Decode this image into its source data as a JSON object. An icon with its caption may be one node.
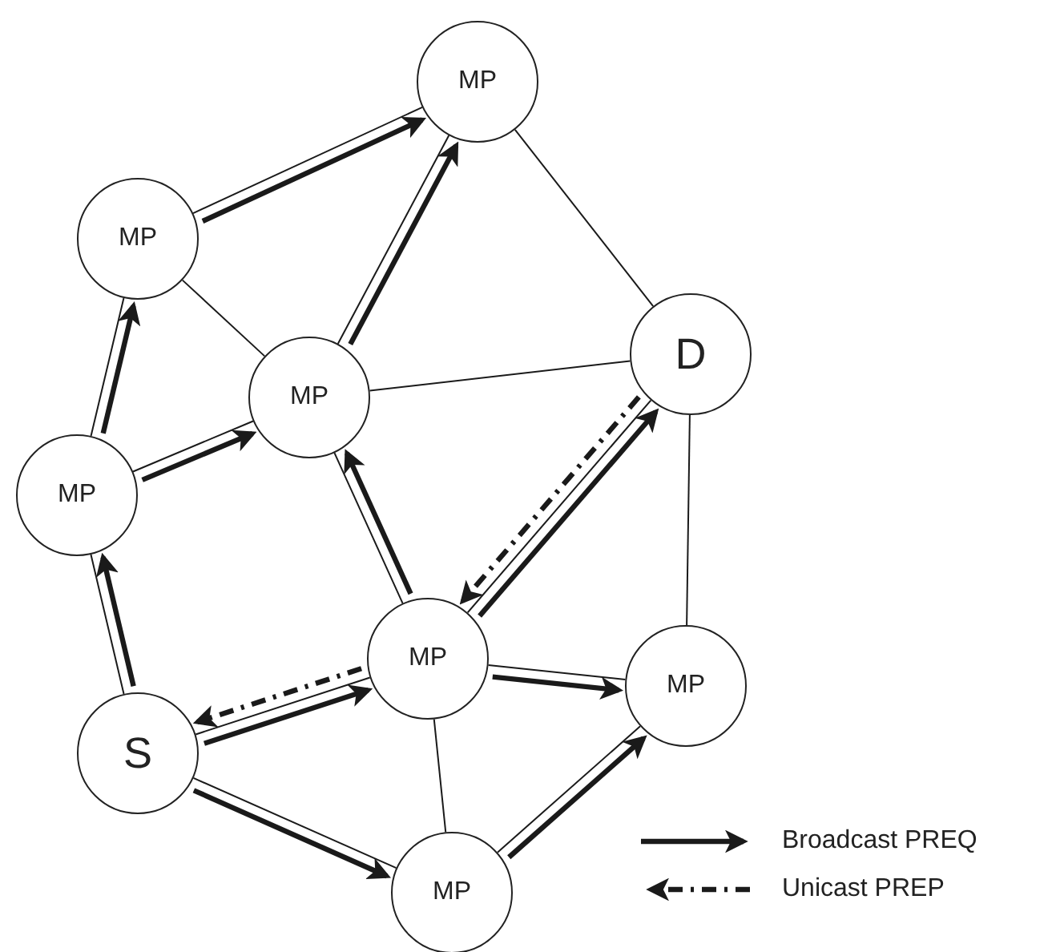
{
  "diagram": {
    "nodes": [
      {
        "text": [
          "MP"
        ]
      },
      {
        "text": [
          "MP"
        ]
      },
      {
        "text": [
          "MP"
        ]
      },
      {
        "text": [
          "D"
        ]
      },
      {
        "text": [
          "MP"
        ]
      },
      {
        "text": [
          "MP"
        ]
      },
      {
        "text": [
          "MP"
        ]
      },
      {
        "text": [
          "S"
        ]
      },
      {
        "text": [
          "MP"
        ]
      }
    ],
    "edges": [
      {
        "from": 1,
        "to": 0,
        "arrow": "none"
      },
      {
        "from": 0,
        "to": 3,
        "arrow": "none"
      },
      {
        "from": 1,
        "to": 2,
        "arrow": "none"
      },
      {
        "from": 2,
        "to": 0,
        "arrow": "none"
      },
      {
        "from": 2,
        "to": 3,
        "arrow": "none"
      },
      {
        "from": 4,
        "to": 1,
        "arrow": "none"
      },
      {
        "from": 4,
        "to": 2,
        "arrow": "none"
      },
      {
        "from": 3,
        "to": 5,
        "arrow": "none"
      },
      {
        "from": 3,
        "to": 6,
        "arrow": "none"
      },
      {
        "from": 5,
        "to": 2,
        "arrow": "none"
      },
      {
        "from": 5,
        "to": 6,
        "arrow": "none"
      },
      {
        "from": 7,
        "to": 4,
        "arrow": "none"
      },
      {
        "from": 7,
        "to": 5,
        "arrow": "none"
      },
      {
        "from": 5,
        "to": 8,
        "arrow": "none"
      },
      {
        "from": 7,
        "to": 8,
        "arrow": "none"
      },
      {
        "from": 8,
        "to": 6,
        "arrow": "none"
      },
      {
        "from": 1,
        "to": 0,
        "arrow": "to",
        "style": "thick"
      },
      {
        "from": 2,
        "to": 0,
        "arrow": "to",
        "style": "thick"
      },
      {
        "from": 4,
        "to": 1,
        "arrow": "to",
        "style": "thick"
      },
      {
        "from": 4,
        "to": 2,
        "arrow": "to",
        "style": "thick"
      },
      {
        "from": 7,
        "to": 4,
        "arrow": "to",
        "style": "thick"
      },
      {
        "from": 7,
        "to": 5,
        "arrow": "to",
        "style": "thick"
      },
      {
        "from": 5,
        "to": 2,
        "arrow": "to",
        "style": "thick"
      },
      {
        "from": 5,
        "to": 3,
        "arrow": "to",
        "style": "thick"
      },
      {
        "from": 5,
        "to": 6,
        "arrow": "to",
        "style": "thick"
      },
      {
        "from": 7,
        "to": 8,
        "arrow": "to",
        "style": "thick"
      },
      {
        "from": 8,
        "to": 6,
        "arrow": "to",
        "style": "thick"
      },
      {
        "from": 3,
        "to": 5,
        "arrow": "to",
        "style": "dashed"
      },
      {
        "from": 5,
        "to": 7,
        "arrow": "to",
        "style": "dashed"
      }
    ],
    "legend": [
      {
        "text": "Broadcast PREQ"
      },
      {
        "text": "Unicast PREP"
      }
    ]
  }
}
